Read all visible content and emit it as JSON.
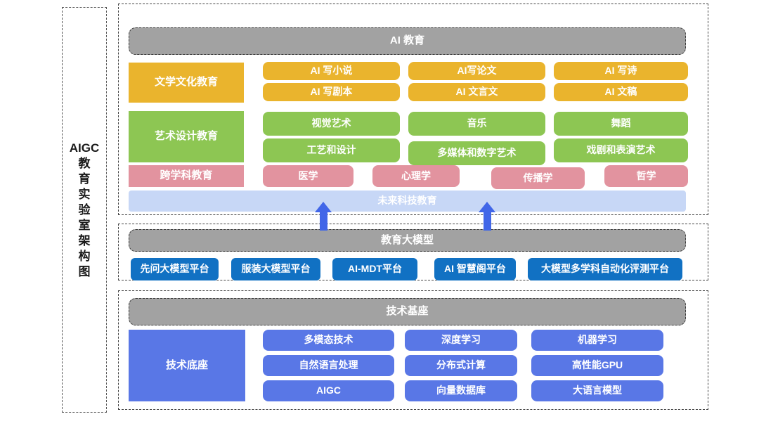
{
  "sidebar": {
    "title": "AIGC 教育实验室架构图",
    "title_latin": "AIGC",
    "chars": [
      "教",
      "育",
      "实",
      "验",
      "室",
      "架",
      "构",
      "图"
    ]
  },
  "colors": {
    "gray_header": "#a2a2a2",
    "yellow": "#eab42d",
    "green": "#8dc653",
    "pink": "#e2939f",
    "banner_blue": "#c7d7f6",
    "platform_blue": "#1171c3",
    "tech_blue": "#5977e6",
    "arrow_blue": "#4166e8"
  },
  "education": {
    "header": "AI 教育",
    "rows": [
      {
        "label": "文学文化教育",
        "items": [
          "AI 写小说",
          "AI写论文",
          "AI 写诗",
          "AI 写剧本",
          "AI 文言文",
          "AI 文稿"
        ]
      },
      {
        "label": "艺术设计教育",
        "items": [
          "视觉艺术",
          "音乐",
          "舞蹈",
          "工艺和设计",
          "多媒体和数字艺术",
          "戏剧和表演艺术"
        ]
      },
      {
        "label": "跨学科教育",
        "items": [
          "医学",
          "心理学",
          "传播学",
          "哲学"
        ]
      }
    ],
    "banner": "未来科技教育"
  },
  "model": {
    "header": "教育大模型",
    "platforms": [
      "先问大模型平台",
      "服装大模型平台",
      "AI-MDT平台",
      "AI 智慧阁平台",
      "大模型多学科自动化评测平台"
    ]
  },
  "tech": {
    "header": "技术基座",
    "base_label": "技术底座",
    "items": [
      "多模态技术",
      "深度学习",
      "机器学习",
      "自然语言处理",
      "分布式计算",
      "高性能GPU",
      "AIGC",
      "向量数据库",
      "大语言模型"
    ]
  }
}
